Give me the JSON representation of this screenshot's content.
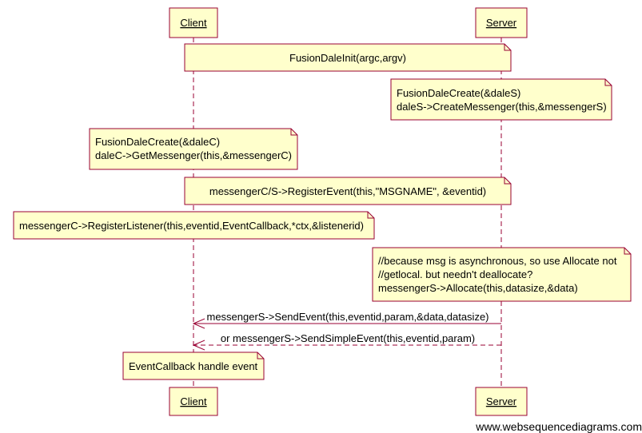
{
  "diagram": {
    "actors": [
      {
        "id": "client",
        "label": "Client"
      },
      {
        "id": "server",
        "label": "Server"
      }
    ],
    "notes": [
      {
        "id": "init",
        "placement": "over Client,Server",
        "lines": [
          "FusionDaleInit(argc,argv)"
        ]
      },
      {
        "id": "server-create",
        "placement": "over Server",
        "lines": [
          "FusionDaleCreate(&daleS)",
          "daleS->CreateMessenger(this,&messengerS)"
        ]
      },
      {
        "id": "client-create",
        "placement": "over Client",
        "lines": [
          "FusionDaleCreate(&daleC)",
          "daleC->GetMessenger(this,&messengerC)"
        ]
      },
      {
        "id": "register-event",
        "placement": "over Client,Server",
        "lines": [
          "messengerC/S->RegisterEvent(this,\"MSGNAME\", &eventid)"
        ]
      },
      {
        "id": "register-listener",
        "placement": "over Client",
        "lines": [
          "messengerC->RegisterListener(this,eventid,EventCallback,*ctx,&listenerid)"
        ]
      },
      {
        "id": "allocate",
        "placement": "over Server",
        "lines": [
          "//because msg is asynchronous, so use Allocate not",
          "//getlocal. but needn't deallocate?",
          "messengerS->Allocate(this,datasize,&data)"
        ]
      },
      {
        "id": "callback",
        "placement": "over Client",
        "lines": [
          "EventCallback handle event"
        ]
      }
    ],
    "messages": [
      {
        "id": "send-event",
        "from": "server",
        "to": "client",
        "style": "solid",
        "label": "messengerS->SendEvent(this,eventid,param,&data,datasize)"
      },
      {
        "id": "send-simple-event",
        "from": "server",
        "to": "client",
        "style": "dashed",
        "label": "or messengerS->SendSimpleEvent(this,eventid,param)"
      }
    ],
    "colors": {
      "note_fill": "#ffffcc",
      "note_stroke": "#990033",
      "actor_fill": "#ffffcc",
      "actor_stroke": "#990033",
      "lifeline": "#990033",
      "arrow": "#990033"
    }
  },
  "watermark": "www.websequencediagrams.com"
}
